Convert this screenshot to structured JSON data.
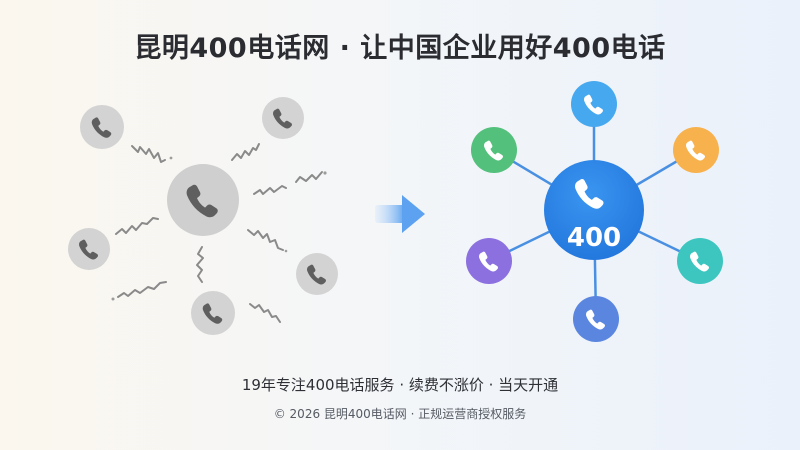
{
  "header": {
    "title": "昆明400电话网 · 让中国企业用好400电话"
  },
  "illustration": {
    "hub_label": "400",
    "colors": {
      "gray_circle": "#d3d3d3",
      "gray_center": "#cfcfcf",
      "gray_phone": "#5f5f5f",
      "hub": "#2f86e6",
      "line": "#4a90e2",
      "top": "#46a8ee",
      "top_right": "#f7b24e",
      "right": "#3cc6bf",
      "bottom": "#5a86e0",
      "left": "#8c70e0",
      "top_left": "#53c07c"
    }
  },
  "footer": {
    "tagline": "19年专注400电话服务 · 续费不涨价 · 当天开通",
    "copyright": "© 2026 昆明400电话网 · 正规运营商授权服务"
  }
}
